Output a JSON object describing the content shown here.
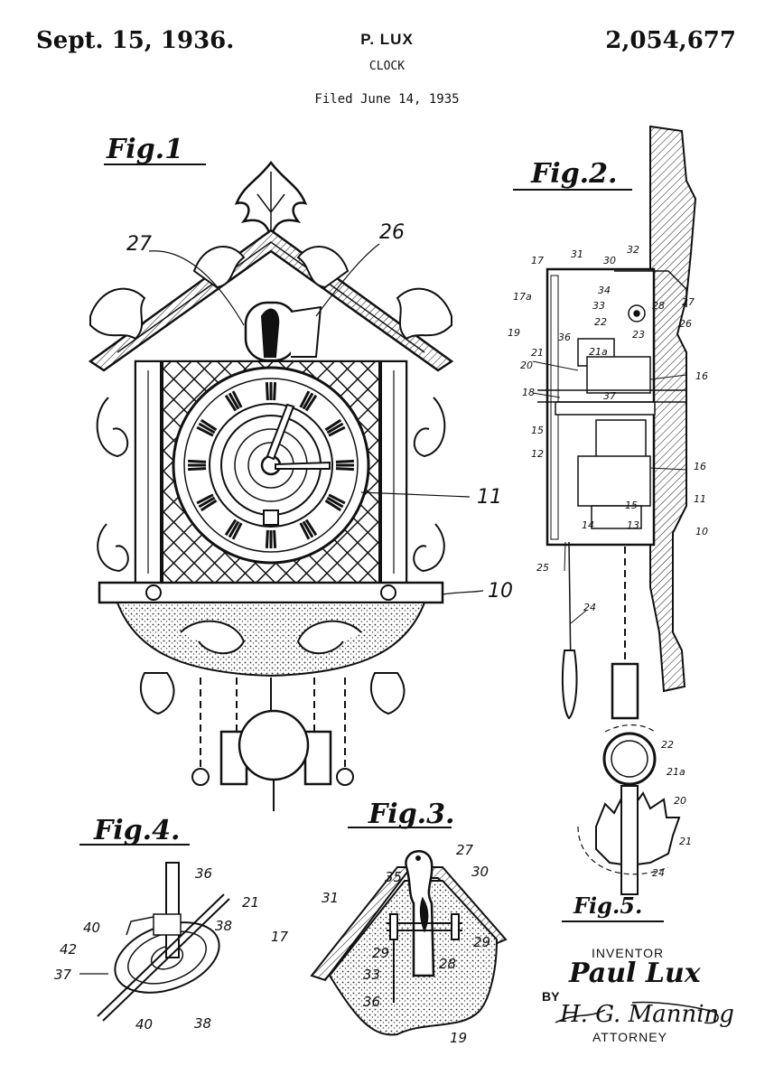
{
  "header": {
    "date": "Sept. 15, 1936.",
    "inventor_short": "P. LUX",
    "patent_number": "2,054,677",
    "title": "CLOCK",
    "filed": "Filed June 14, 1935"
  },
  "figures": {
    "fig1": {
      "label": "Fig.1",
      "refs": [
        "27",
        "26",
        "11",
        "10"
      ]
    },
    "fig2": {
      "label": "Fig.2.",
      "refs": [
        "17",
        "31",
        "30",
        "32",
        "17a",
        "34",
        "33",
        "28",
        "27",
        "22",
        "19",
        "36",
        "21a",
        "23",
        "26",
        "21",
        "20",
        "16",
        "18",
        "37",
        "15",
        "12",
        "16",
        "15",
        "11",
        "14",
        "13",
        "10",
        "25",
        "24"
      ]
    },
    "fig3": {
      "label": "Fig.3.",
      "refs": [
        "27",
        "35",
        "30",
        "31",
        "17",
        "29",
        "28",
        "29",
        "33",
        "36",
        "19"
      ]
    },
    "fig4": {
      "label": "Fig.4.",
      "refs": [
        "36",
        "21",
        "40",
        "38",
        "42",
        "37",
        "40",
        "38"
      ]
    },
    "fig5": {
      "label": "Fig.5.",
      "refs": [
        "22",
        "21a",
        "20",
        "21",
        "24"
      ]
    }
  },
  "signatures": {
    "inventor_label": "INVENTOR",
    "inventor_name": "Paul Lux",
    "by_label": "BY",
    "attorney_name": "H. G. Manning",
    "attorney_label": "ATTORNEY"
  }
}
